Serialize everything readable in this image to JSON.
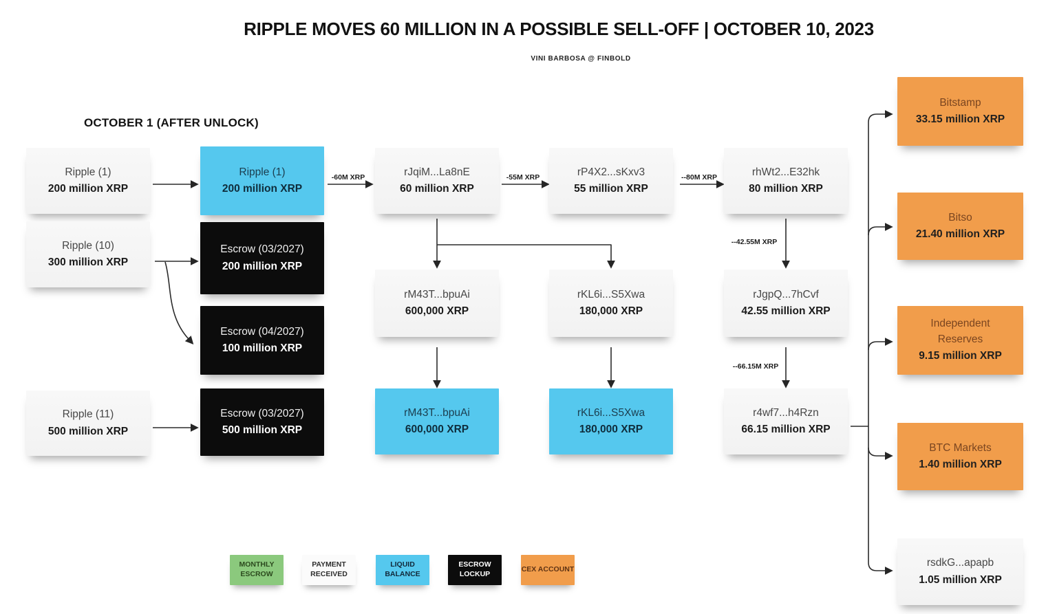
{
  "header": {
    "title": "RIPPLE MOVES 60 MILLION IN A POSSIBLE SELL-OFF | OCTOBER 10, 2023",
    "byline": "VINI BARBOSA @ FINBOLD"
  },
  "section_label": "OCTOBER 1 (AFTER UNLOCK)",
  "colors": {
    "liquid_balance": "#55c8ee",
    "escrow_lockup": "#0c0c0c",
    "cex_account": "#f19d4b",
    "monthly_escrow": "#8bc97d",
    "payment_received": "#f6f6f6"
  },
  "nodes": [
    {
      "type": "payment",
      "title": "Ripple (1)",
      "value": "200 million XRP"
    },
    {
      "type": "payment",
      "title": "Ripple (10)",
      "value": "300 million XRP"
    },
    {
      "type": "payment",
      "title": "Ripple (11)",
      "value": "500 million XRP"
    },
    {
      "type": "liquid",
      "title": "Ripple (1)",
      "value": "200 million XRP"
    },
    {
      "type": "lockup",
      "title": "Escrow (03/2027)",
      "value": "200 million XRP"
    },
    {
      "type": "lockup",
      "title": "Escrow (04/2027)",
      "value": "100 million XRP"
    },
    {
      "type": "lockup",
      "title": "Escrow (03/2027)",
      "value": "500 million XRP"
    },
    {
      "type": "payment",
      "title": "rJqiM...La8nE",
      "value": "60 million XRP"
    },
    {
      "type": "payment",
      "title": "rM43T...bpuAi",
      "value": "600,000 XRP"
    },
    {
      "type": "liquid",
      "title": "rM43T...bpuAi",
      "value": "600,000 XRP"
    },
    {
      "type": "payment",
      "title": "rP4X2...sKxv3",
      "value": "55 million XRP"
    },
    {
      "type": "payment",
      "title": "rKL6i...S5Xwa",
      "value": "180,000 XRP"
    },
    {
      "type": "liquid",
      "title": "rKL6i...S5Xwa",
      "value": "180,000 XRP"
    },
    {
      "type": "payment",
      "title": "rhWt2...E32hk",
      "value": "80 million XRP"
    },
    {
      "type": "payment",
      "title": "rJgpQ...7hCvf",
      "value": "42.55 million XRP"
    },
    {
      "type": "payment",
      "title": "r4wf7...h4Rzn",
      "value": "66.15 million XRP"
    },
    {
      "type": "cex",
      "title": "Bitstamp",
      "value": "33.15 million XRP"
    },
    {
      "type": "cex",
      "title": "Bitso",
      "value": "21.40 million XRP"
    },
    {
      "type": "cex",
      "title": "Independent Reserves",
      "value": "9.15 million XRP"
    },
    {
      "type": "cex",
      "title": "BTC Markets",
      "value": "1.40 million XRP"
    },
    {
      "type": "payment",
      "title": "rsdkG...apapb",
      "value": "1.05 million XRP"
    }
  ],
  "flows": [
    "-60M XRP",
    "-55M XRP",
    "--80M XRP",
    "--42.55M XRP",
    "--66.15M XRP"
  ],
  "legend": [
    {
      "label": "MONTHLY ESCROW"
    },
    {
      "label": "PAYMENT RECEIVED"
    },
    {
      "label": "LIQUID BALANCE"
    },
    {
      "label": "ESCROW LOCKUP"
    },
    {
      "label": "CEX ACCOUNT"
    }
  ]
}
